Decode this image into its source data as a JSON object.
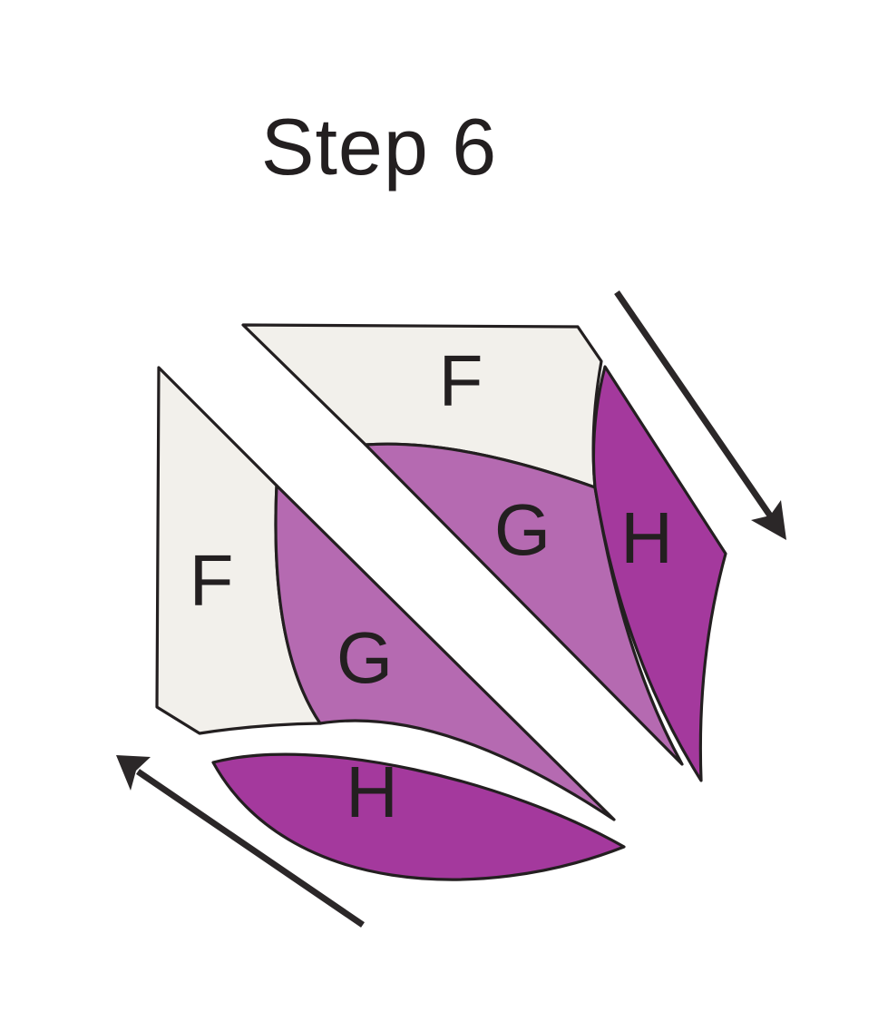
{
  "title": "Step 6",
  "diagram": {
    "upper_unit": {
      "f_label": "F",
      "g_label": "G",
      "h_label": "H"
    },
    "lower_unit": {
      "f_label": "F",
      "g_label": "G",
      "h_label": "H"
    }
  },
  "arrows": {
    "top_right": {
      "direction": "down-right"
    },
    "bottom_left": {
      "direction": "up-left"
    }
  },
  "colors": {
    "background": "#ffffff",
    "fabric_f": "#f2f0eb",
    "fabric_g": "#b56ab1",
    "fabric_h": "#a4399d",
    "outline": "#231f20",
    "arrow": "#2b2728",
    "label": "#231f20"
  }
}
